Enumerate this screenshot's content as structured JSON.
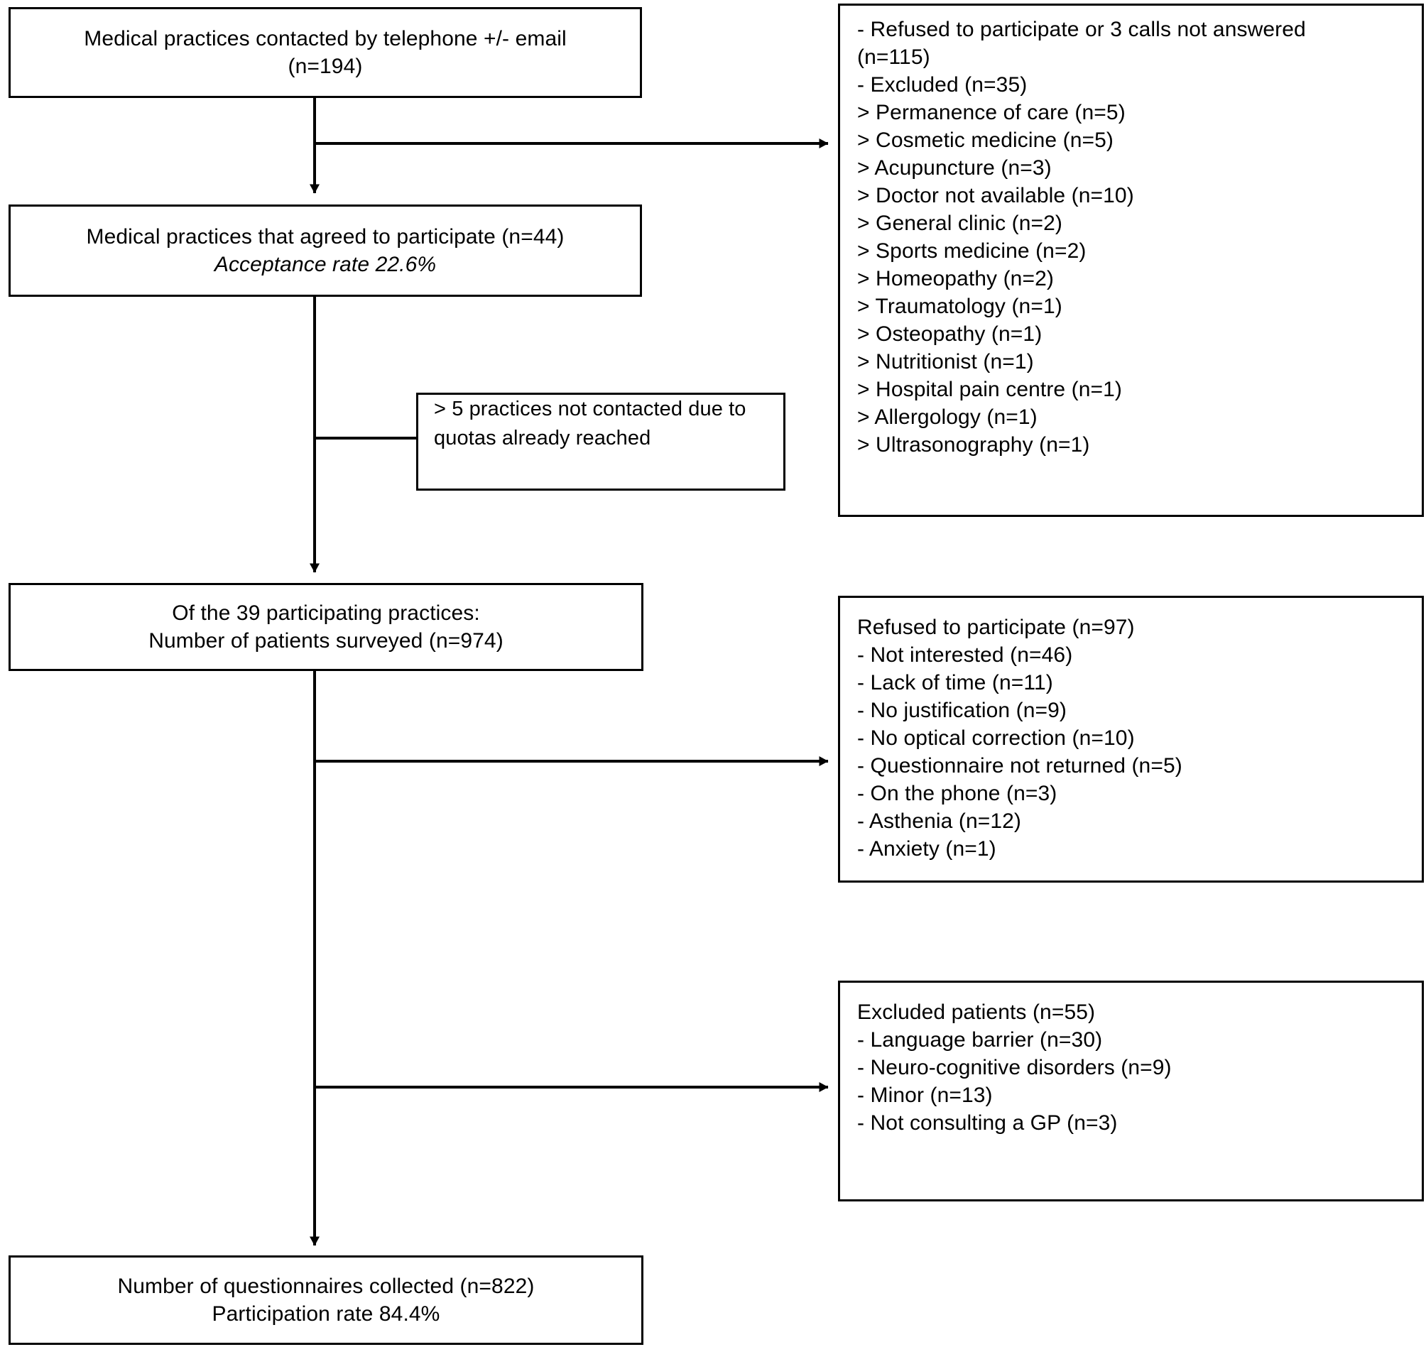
{
  "diagram": {
    "type": "study-flow-diagram",
    "nodes": {
      "contacted": {
        "lines": [
          "Medical practices contacted by telephone +/- email",
          "(n=194)"
        ]
      },
      "agreed": {
        "lines": [
          "Medical practices that agreed to participate (n=44)",
          "Acceptance rate 22.6%"
        ]
      },
      "quota": {
        "lines": [
          "> 5 practices not contacted due to",
          "quotas already reached"
        ]
      },
      "surveyed": {
        "lines": [
          "Of the 39 participating practices:",
          "Number of patients surveyed (n=974)"
        ]
      },
      "collected": {
        "lines": [
          "Number of questionnaires collected (n=822)",
          "Participation rate 84.4%"
        ]
      },
      "excluded_practices": {
        "lines": [
          "- Refused to participate or 3 calls not answered",
          "(n=115)",
          "- Excluded (n=35)",
          "> Permanence of care (n=5)",
          "> Cosmetic medicine (n=5)",
          "> Acupuncture (n=3)",
          "> Doctor not available (n=10)",
          "> General clinic (n=2)",
          "> Sports medicine (n=2)",
          "> Homeopathy (n=2)",
          "> Traumatology (n=1)",
          "> Osteopathy (n=1)",
          "> Nutritionist (n=1)",
          "> Hospital pain centre (n=1)",
          "> Allergology (n=1)",
          "> Ultrasonography (n=1)"
        ]
      },
      "refused_patients": {
        "lines": [
          "Refused to participate (n=97)",
          "- Not interested (n=46)",
          "- Lack of time (n=11)",
          "- No justification (n=9)",
          "- No optical correction (n=10)",
          "- Questionnaire not returned (n=5)",
          "- On the phone (n=3)",
          "- Asthenia (n=12)",
          "- Anxiety (n=1)"
        ]
      },
      "excluded_patients": {
        "lines": [
          "Excluded patients (n=55)",
          "- Language barrier (n=30)",
          "- Neuro-cognitive disorders (n=9)",
          "- Minor (n=13)",
          "- Not consulting a GP (n=3)"
        ]
      }
    },
    "colors": {
      "stroke": "#000000",
      "fill": "#ffffff",
      "text": "#000000"
    }
  }
}
